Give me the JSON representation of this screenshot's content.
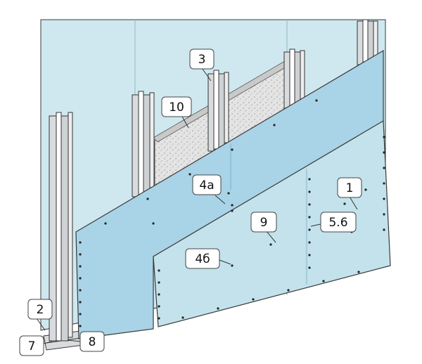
{
  "colors": {
    "back_wall": "#cfe8ef",
    "front_board": "#a9d3e6",
    "second_board": "#c3e2ec",
    "stud_fill": "#d9dcdf",
    "stud_stroke": "#333333",
    "insulation": "#e2e2e2",
    "edge_line": "#3a3a3a",
    "callout_fill": "#ffffff",
    "callout_stroke": "#444444"
  },
  "callouts": [
    {
      "id": "c1",
      "label": "1"
    },
    {
      "id": "c2",
      "label": "2"
    },
    {
      "id": "c3",
      "label": "3"
    },
    {
      "id": "c4a",
      "label": "4a"
    },
    {
      "id": "c46",
      "label": "4б"
    },
    {
      "id": "c56",
      "label": "5.6"
    },
    {
      "id": "c7",
      "label": "7"
    },
    {
      "id": "c8",
      "label": "8"
    },
    {
      "id": "c9",
      "label": "9"
    },
    {
      "id": "c10",
      "label": "10"
    }
  ]
}
